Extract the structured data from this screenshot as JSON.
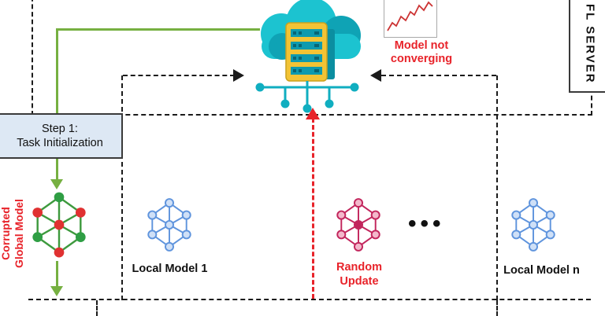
{
  "diagram": {
    "fl_server_label": "FL SERVER",
    "step1": {
      "line1": "Step 1:",
      "line2": "Task Initialization"
    },
    "corrupted_model": {
      "line1": "Corrupted",
      "line2": "Global Model"
    },
    "model_not_converging": {
      "line1": "Model not",
      "line2": "converging"
    },
    "local_model_1_label": "Local Model 1",
    "random_update": {
      "line1": "Random",
      "line2": "Update"
    },
    "ellipsis": "•••",
    "local_model_n_label": "Local Model n",
    "colors": {
      "alert_red": "#e8232a",
      "arrow_green": "#76b041",
      "dashed_black": "#1b1b1b",
      "cloud_teal": "#1cc3d0",
      "cloud_teal_dark": "#0fa3b5",
      "server_yellow": "#f2c335",
      "nn_blue": "#5f94dd",
      "nn_pink": "#c2255c",
      "nn_green": "#2f9e44",
      "step_box_bg": "#dde8f4"
    }
  }
}
